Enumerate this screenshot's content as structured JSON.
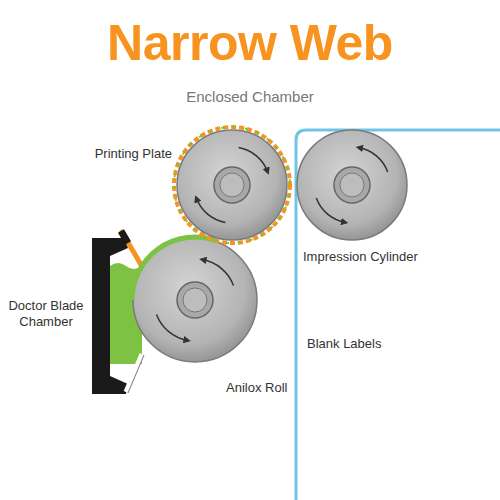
{
  "diagram": {
    "title": "Narrow Web",
    "labels": [
      "Enclosed Chamber",
      "Printing Plate",
      "Impression Cylinder",
      "Doctor Blade Chamber",
      "Anilox Roll",
      "Blank Labels"
    ]
  }
}
